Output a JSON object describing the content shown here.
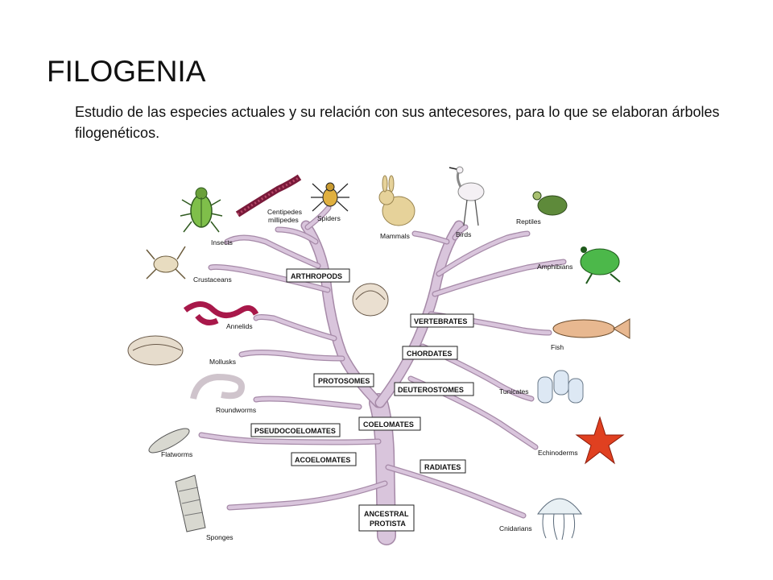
{
  "title": "FILOGENIA",
  "subtitle": "Estudio de las especies actuales y su relación con sus antecesores, para lo que se elaboran árboles filogenéticos.",
  "tree_color": "#d9c5dc",
  "tree_outline": "#a68aa8",
  "nodes": {
    "arthropods": "ARTHROPODS",
    "vertebrates": "VERTEBRATES",
    "chordates": "CHORDATES",
    "protosomes": "PROTOSOMES",
    "deuterostomes": "DEUTEROSTOMES",
    "coelomates": "COELOMATES",
    "pseudocoelomates": "PSEUDOCOELOMATES",
    "acoelomates": "ACOELOMATES",
    "radiates": "RADIATES",
    "ancestral_1": "ANCESTRAL",
    "ancestral_2": "PROTISTA"
  },
  "organisms": {
    "insects": "Insects",
    "centipedes_1": "Centipedes",
    "centipedes_2": "millipedes",
    "spiders": "Spiders",
    "mammals": "Mammals",
    "birds": "Birds",
    "reptiles": "Reptiles",
    "crustaceans": "Crustaceans",
    "amphibians": "Amphibians",
    "annelids": "Annelids",
    "fish": "Fish",
    "mollusks": "Mollusks",
    "tunicates": "Tunicates",
    "roundworms": "Roundworms",
    "flatworms": "Flatworms",
    "echinoderms": "Echinoderms",
    "sponges": "Sponges",
    "cnidarians": "Cnidarians"
  }
}
